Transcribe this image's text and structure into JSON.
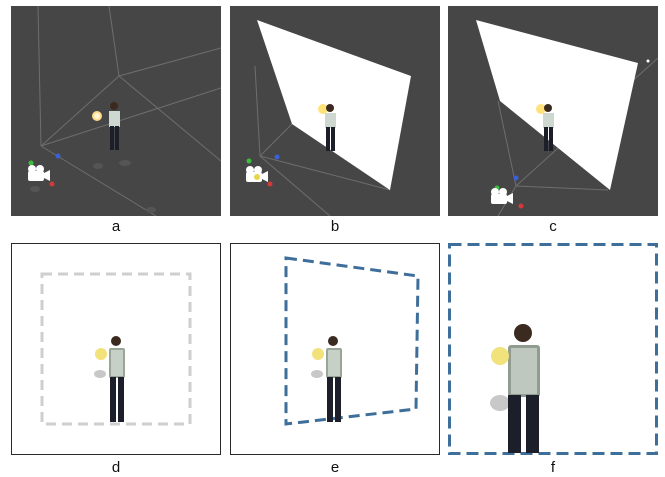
{
  "figure": {
    "panels": [
      {
        "id": "a",
        "caption": "a",
        "view": "scene-view",
        "has_projection_plane": false
      },
      {
        "id": "b",
        "caption": "b",
        "view": "scene-view",
        "has_projection_plane": true
      },
      {
        "id": "c",
        "caption": "c",
        "view": "scene-view",
        "has_projection_plane": true
      },
      {
        "id": "d",
        "caption": "d",
        "view": "camera-view",
        "frame_style": "light-gray-dashed"
      },
      {
        "id": "e",
        "caption": "e",
        "view": "camera-view",
        "frame_style": "blue-dashed-skewed"
      },
      {
        "id": "f",
        "caption": "f",
        "view": "camera-view",
        "frame_style": "blue-dashed-border"
      }
    ],
    "colors": {
      "scene_bg": "#464646",
      "grid_line": "#6e6e6e",
      "plane": "#ffffff",
      "gray_dash": "#cfcfcf",
      "blue_dash": "#3e6e9a",
      "axis_x": "#d23a3a",
      "axis_y": "#3cbf3c",
      "axis_z": "#3a5fd6"
    },
    "icons": [
      "camera-icon",
      "light-icon",
      "axis-gizmo-icon",
      "person-figure"
    ]
  }
}
